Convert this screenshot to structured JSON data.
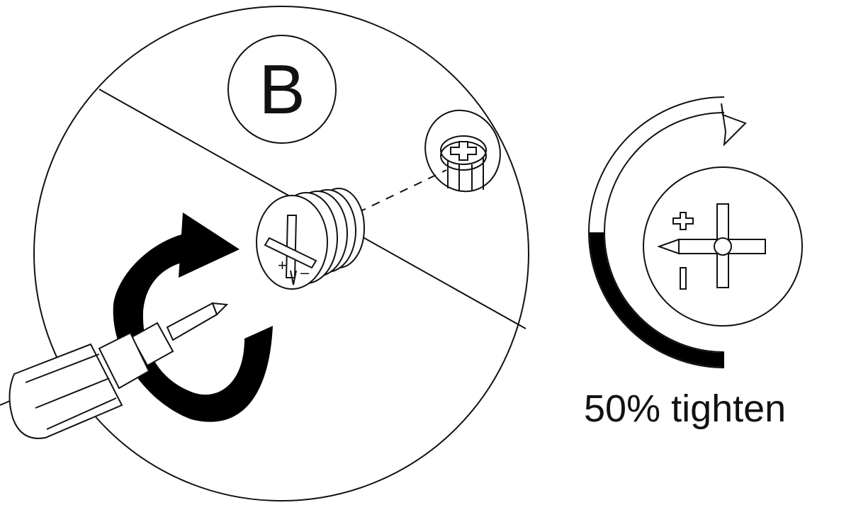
{
  "step_label": "B",
  "tightness": {
    "label": "50% tighten",
    "fraction": 0.5
  },
  "icons": {
    "detail_circle": "magnified-detail-circle",
    "screwdriver": "phillips-screwdriver-icon",
    "rotation_arrow": "clockwise-rotation-arrow-icon",
    "cam_lock": "cam-lock-fitting-icon",
    "screw_inset": "screw-head-inset-icon",
    "gauge_arrow": "tightening-progress-arc-icon",
    "indicator": "screw-head-indicator-icon"
  },
  "colors": {
    "line": "#111111",
    "fill_dark": "#000000",
    "progress": "#000000",
    "background": "#ffffff"
  }
}
